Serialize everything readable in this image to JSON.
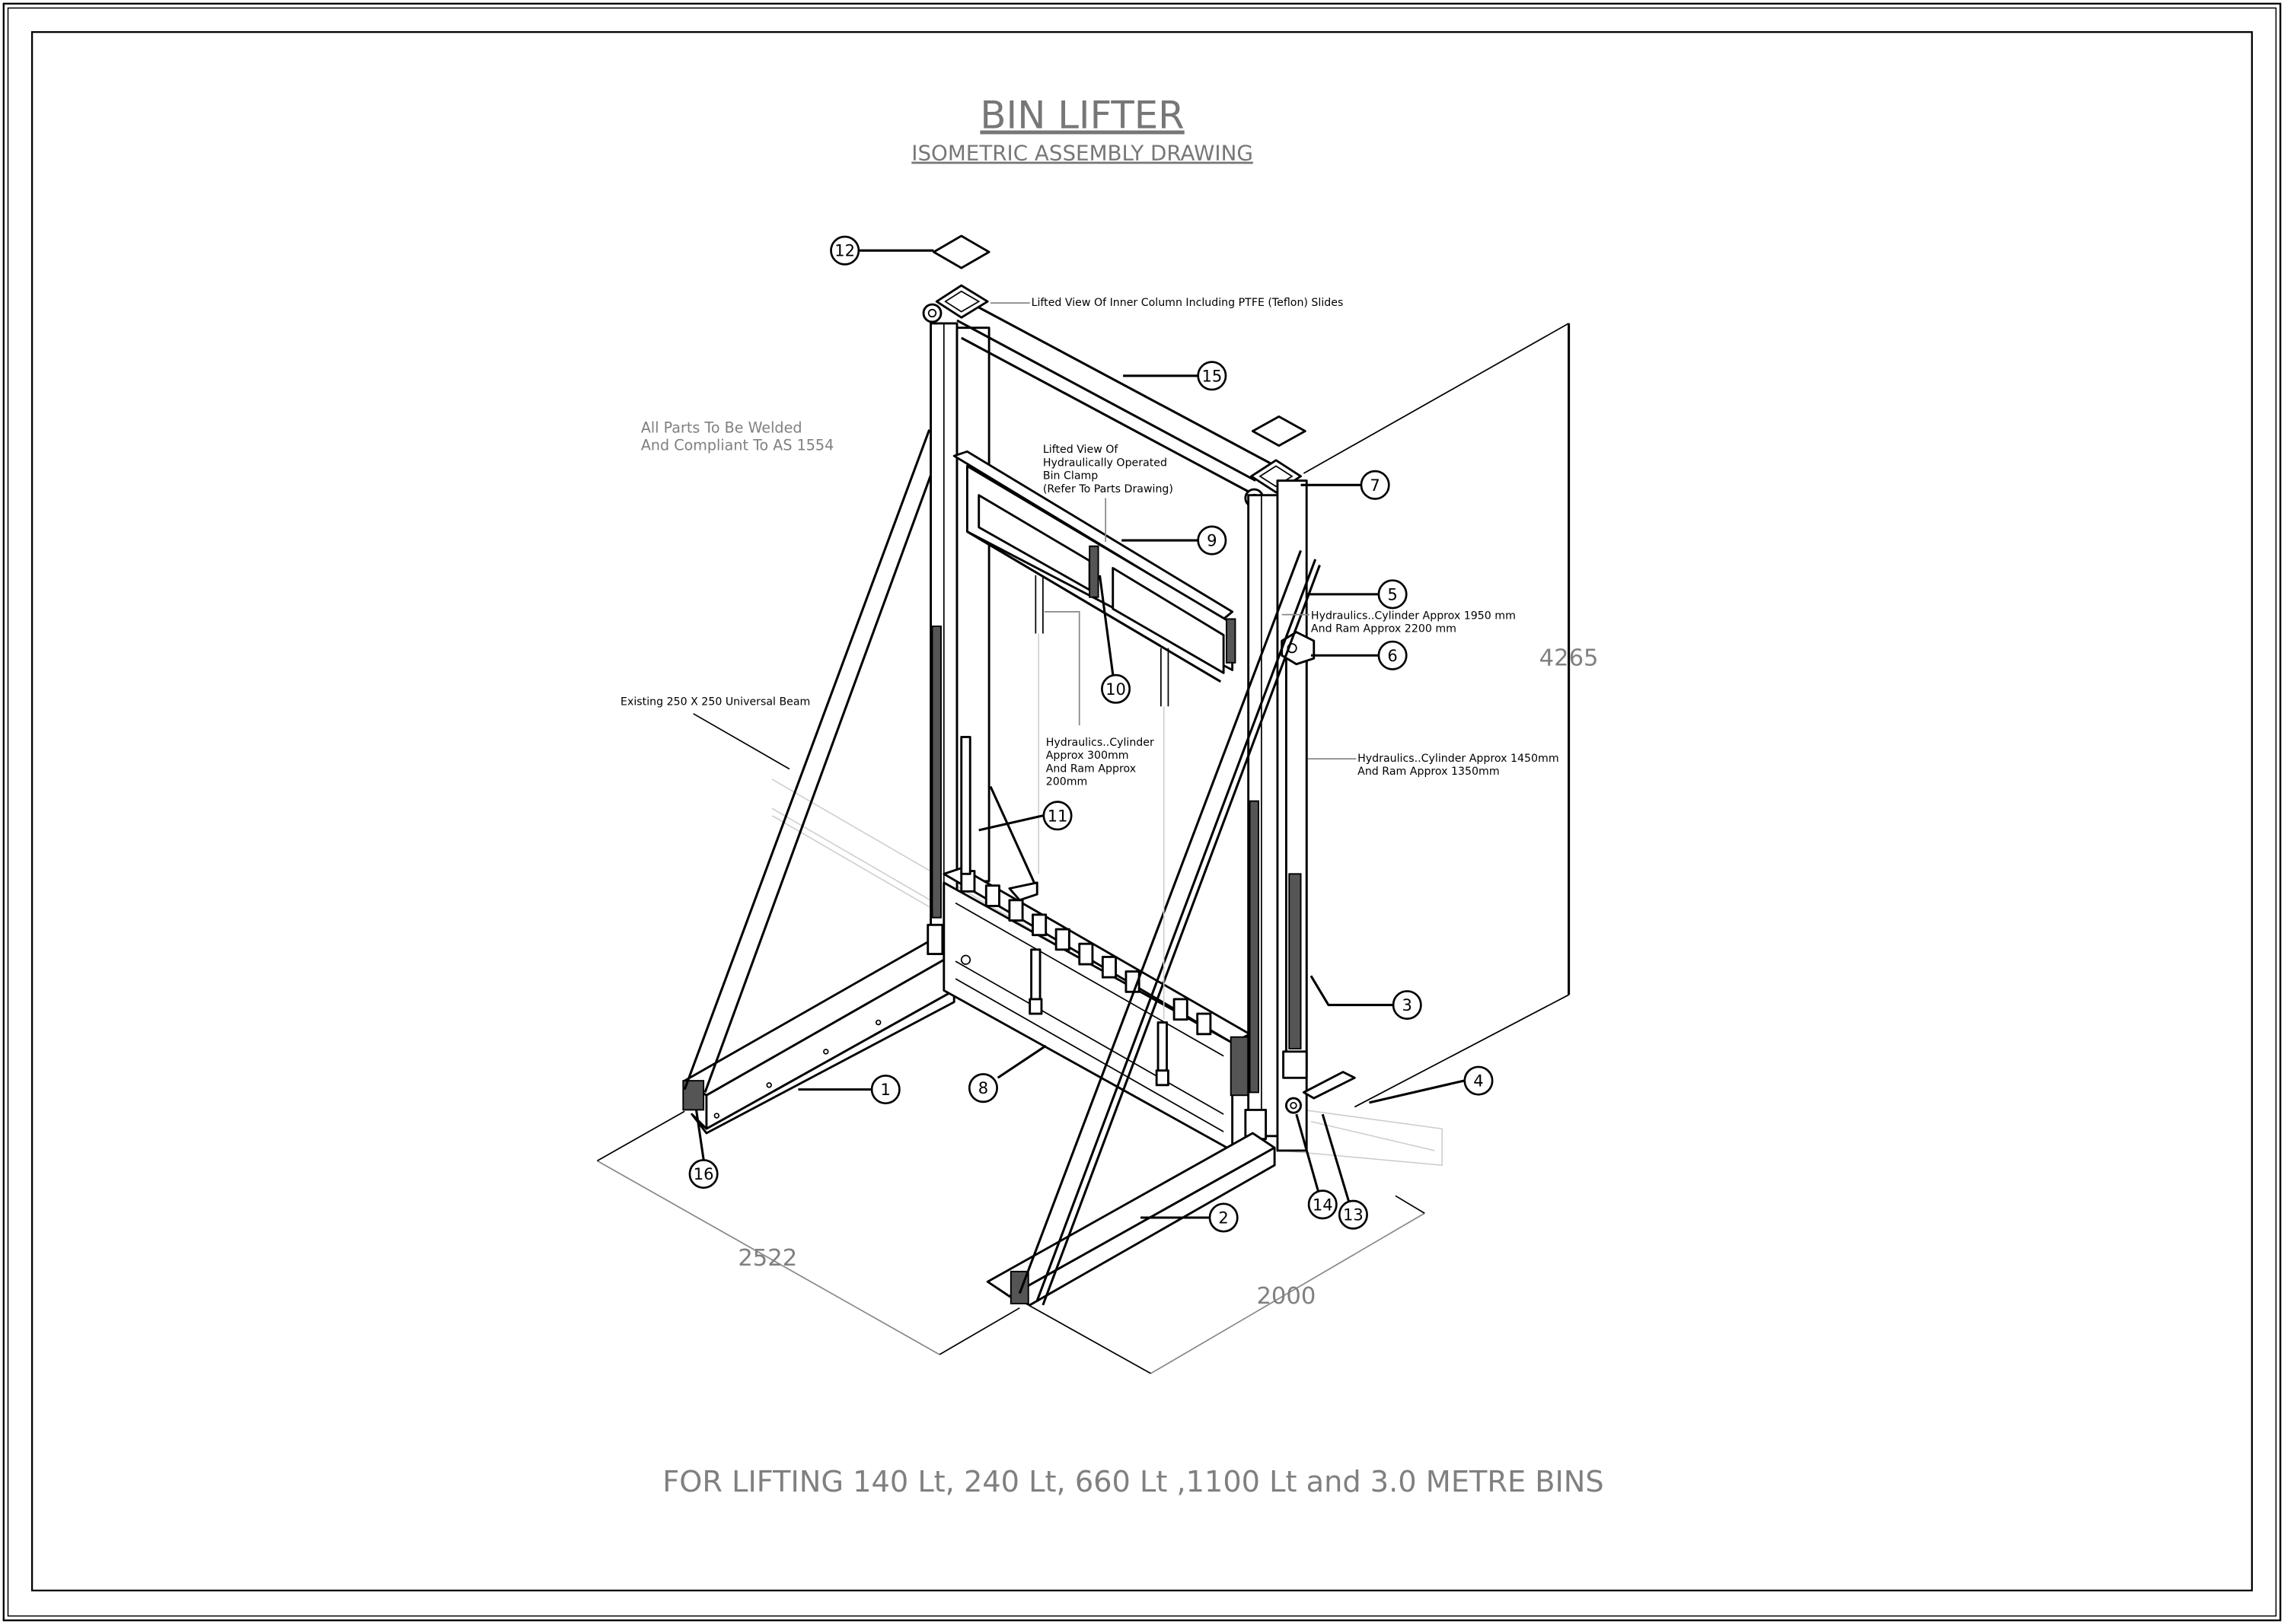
{
  "title": "BIN LIFTER",
  "subtitle": "ISOMETRIC ASSEMBLY DRAWING",
  "footer": "FOR LIFTING 140 Lt, 240 Lt, 660 Lt ,1100 Lt and 3.0 METRE BINS",
  "notes": {
    "welding": [
      "All Parts To Be Welded",
      "And Compliant To AS 1554"
    ],
    "beam": "Existing 250 X 250 Universal Beam",
    "inner_column": "Lifted View Of Inner Column Including PTFE (Teflon) Slides",
    "bin_clamp": [
      "Lifted View Of",
      "Hydraulically Operated",
      "Bin Clamp",
      "(Refer To Parts Drawing)"
    ],
    "cyl_1950": [
      "Hydraulics..Cylinder Approx 1950 mm",
      "And Ram Approx 2200 mm"
    ],
    "cyl_1450": [
      "Hydraulics..Cylinder Approx 1450mm",
      "And Ram Approx 1350mm"
    ],
    "cyl_300": [
      "Hydraulics..Cylinder",
      "Approx 300mm",
      "And Ram Approx",
      "200mm"
    ]
  },
  "dimensions": {
    "height": "4265",
    "depth": "2522",
    "width": "2000"
  },
  "balloons": {
    "b1": "1",
    "b2": "2",
    "b3": "3",
    "b4": "4",
    "b5": "5",
    "b6": "6",
    "b7": "7",
    "b8": "8",
    "b9": "9",
    "b10": "10",
    "b11": "11",
    "b12": "12",
    "b13": "13",
    "b14": "14",
    "b15": "15",
    "b16": "16"
  },
  "colors": {
    "line": "#000000",
    "annotation": "#808080"
  }
}
